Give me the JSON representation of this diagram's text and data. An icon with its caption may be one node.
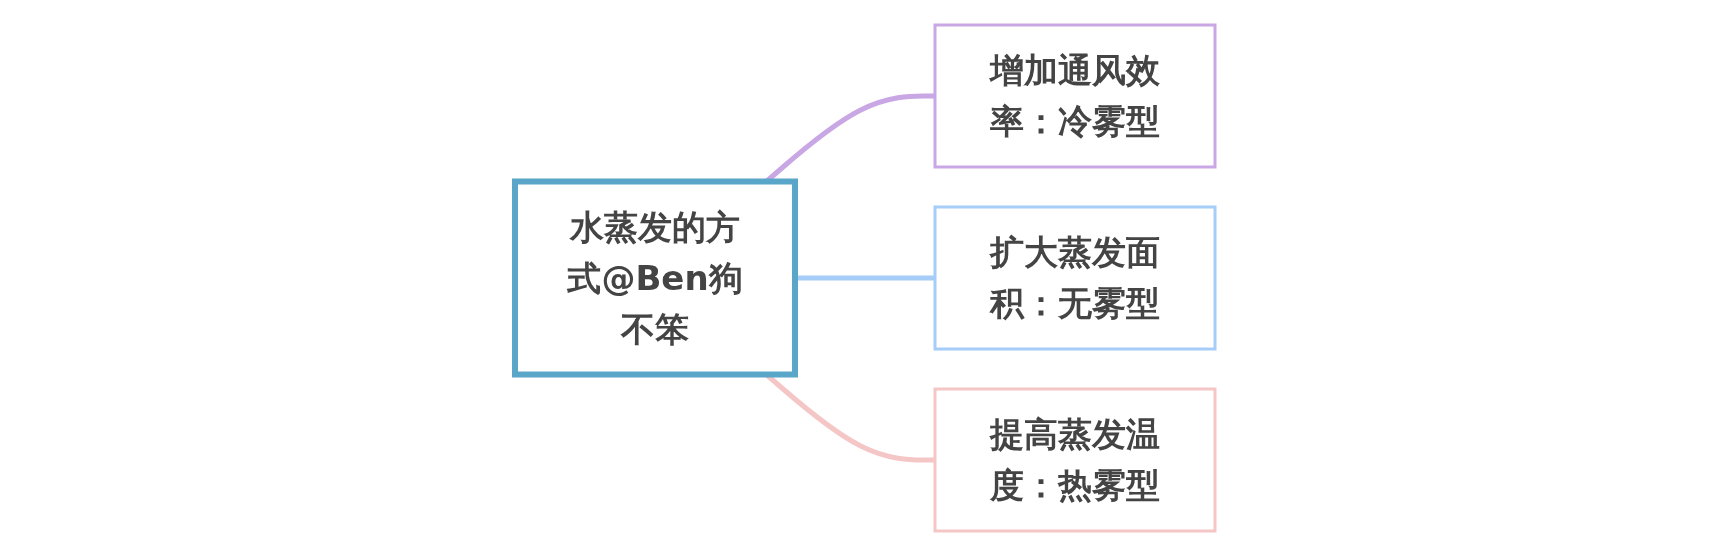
{
  "diagram": {
    "nodes": [
      {
        "text": [
          "水蒸发的方式@Ben狗不笨"
        ]
      },
      {
        "text": [
          "增加通风效率：冷雾型"
        ]
      },
      {
        "text": [
          "扩大蒸发面积：无雾型"
        ]
      },
      {
        "text": [
          "提高蒸发温度：热雾型"
        ]
      }
    ],
    "edges": [
      {
        "from": 0,
        "to": 1,
        "arrow": "none",
        "color": "#c9a6e4"
      },
      {
        "from": 0,
        "to": 2,
        "arrow": "none",
        "color": "#a6cdf7"
      },
      {
        "from": 0,
        "to": 3,
        "arrow": "none",
        "color": "#f5c6c6"
      }
    ]
  }
}
